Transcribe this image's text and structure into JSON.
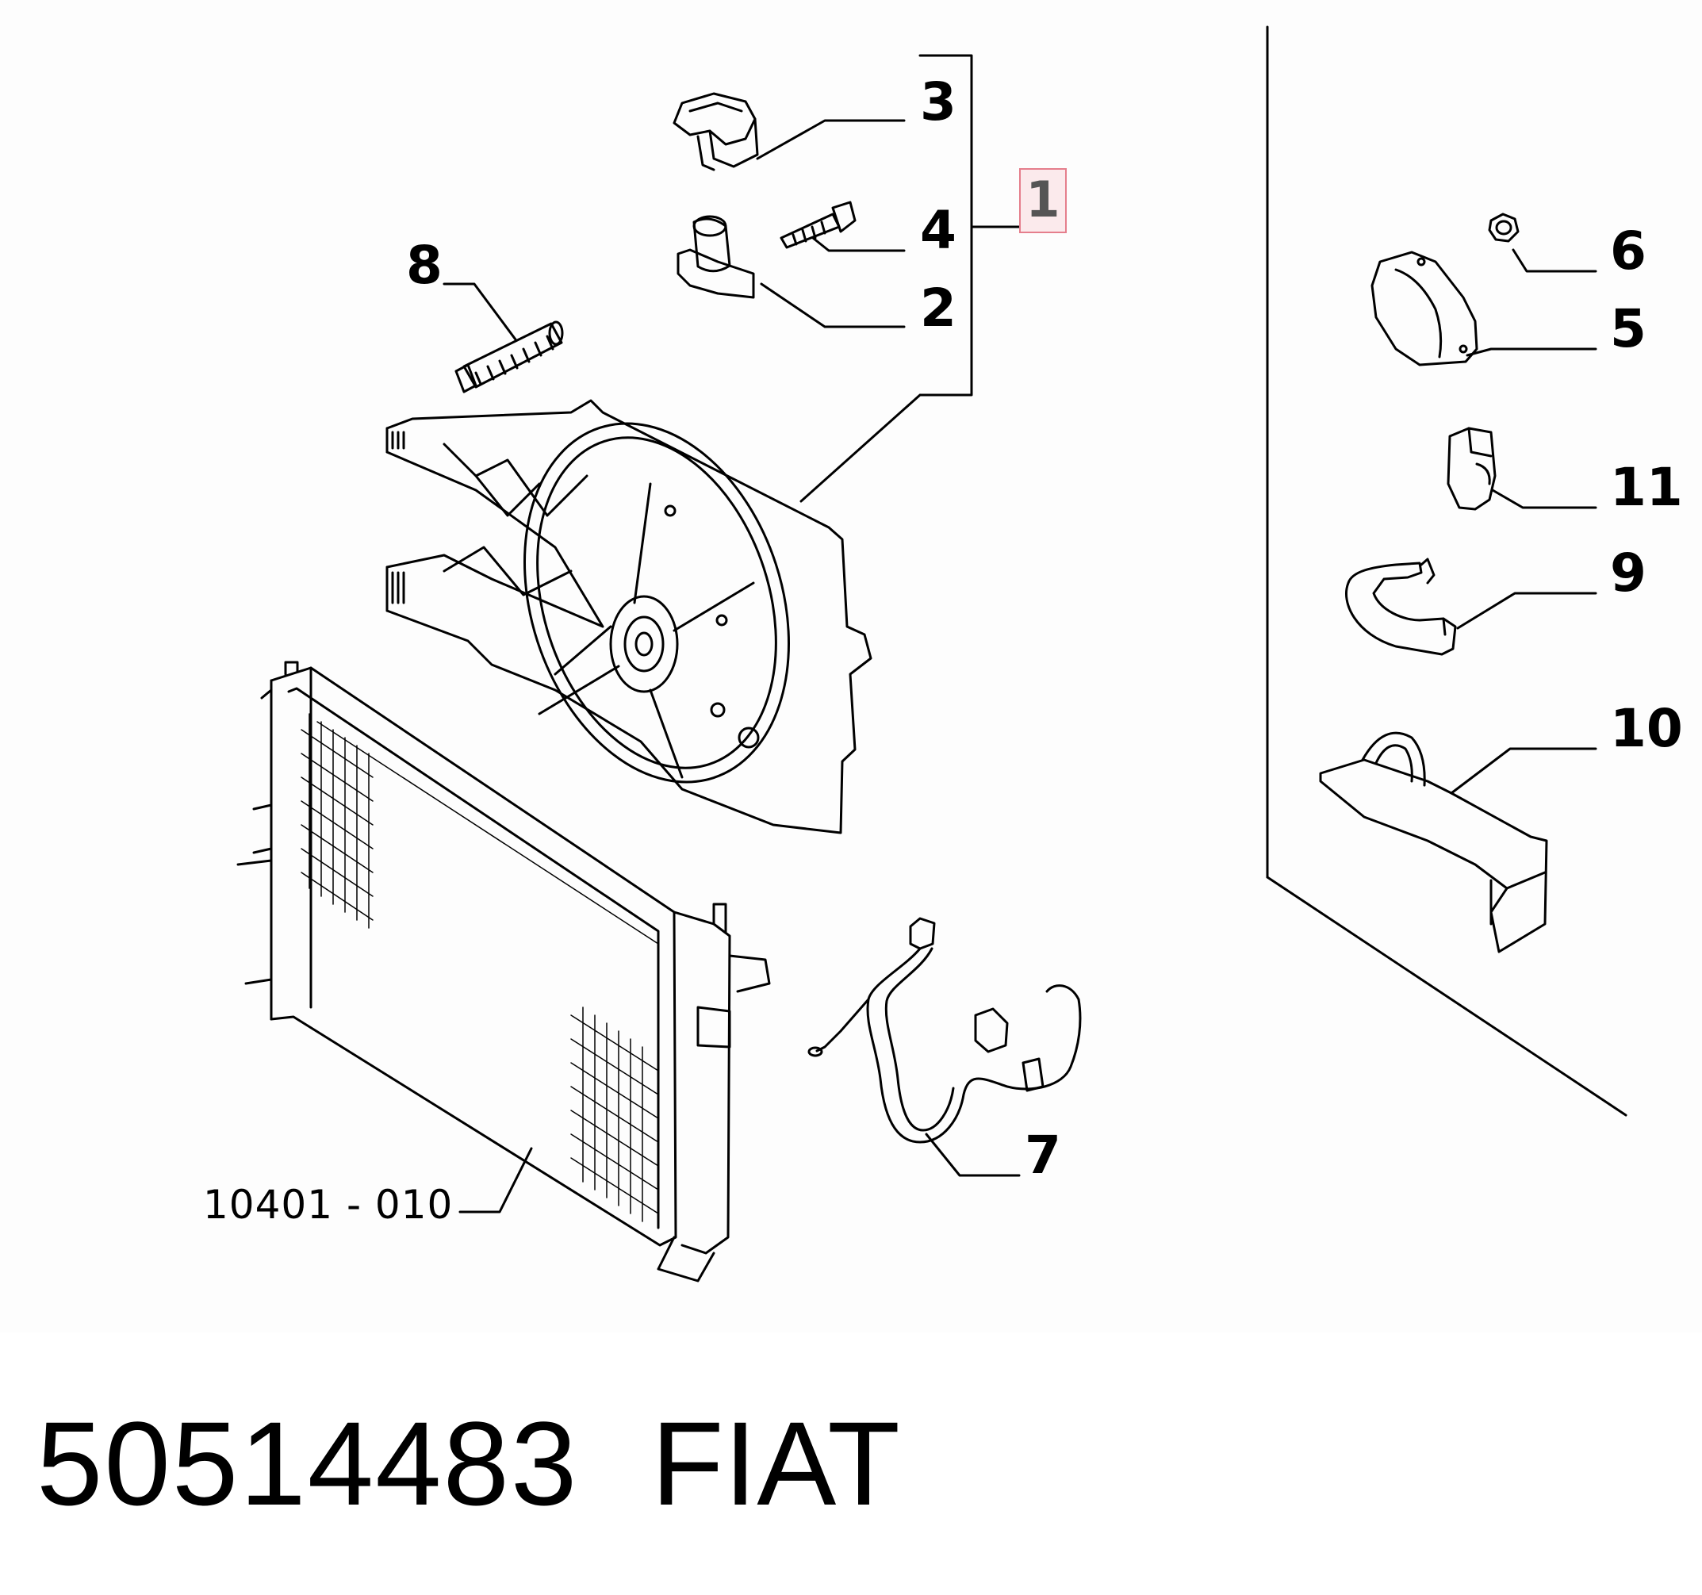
{
  "callouts": {
    "c1": "1",
    "c2": "2",
    "c3": "3",
    "c4": "4",
    "c5": "5",
    "c6": "6",
    "c7": "7",
    "c8": "8",
    "c9": "9",
    "c10": "10",
    "c11": "11"
  },
  "reference": "10401 - 010",
  "caption": {
    "part_number": "50514483",
    "brand": "FIAT"
  },
  "colors": {
    "line": "#000000",
    "highlight_border": "#e57e8c",
    "highlight_fill": "#fbeaec"
  }
}
